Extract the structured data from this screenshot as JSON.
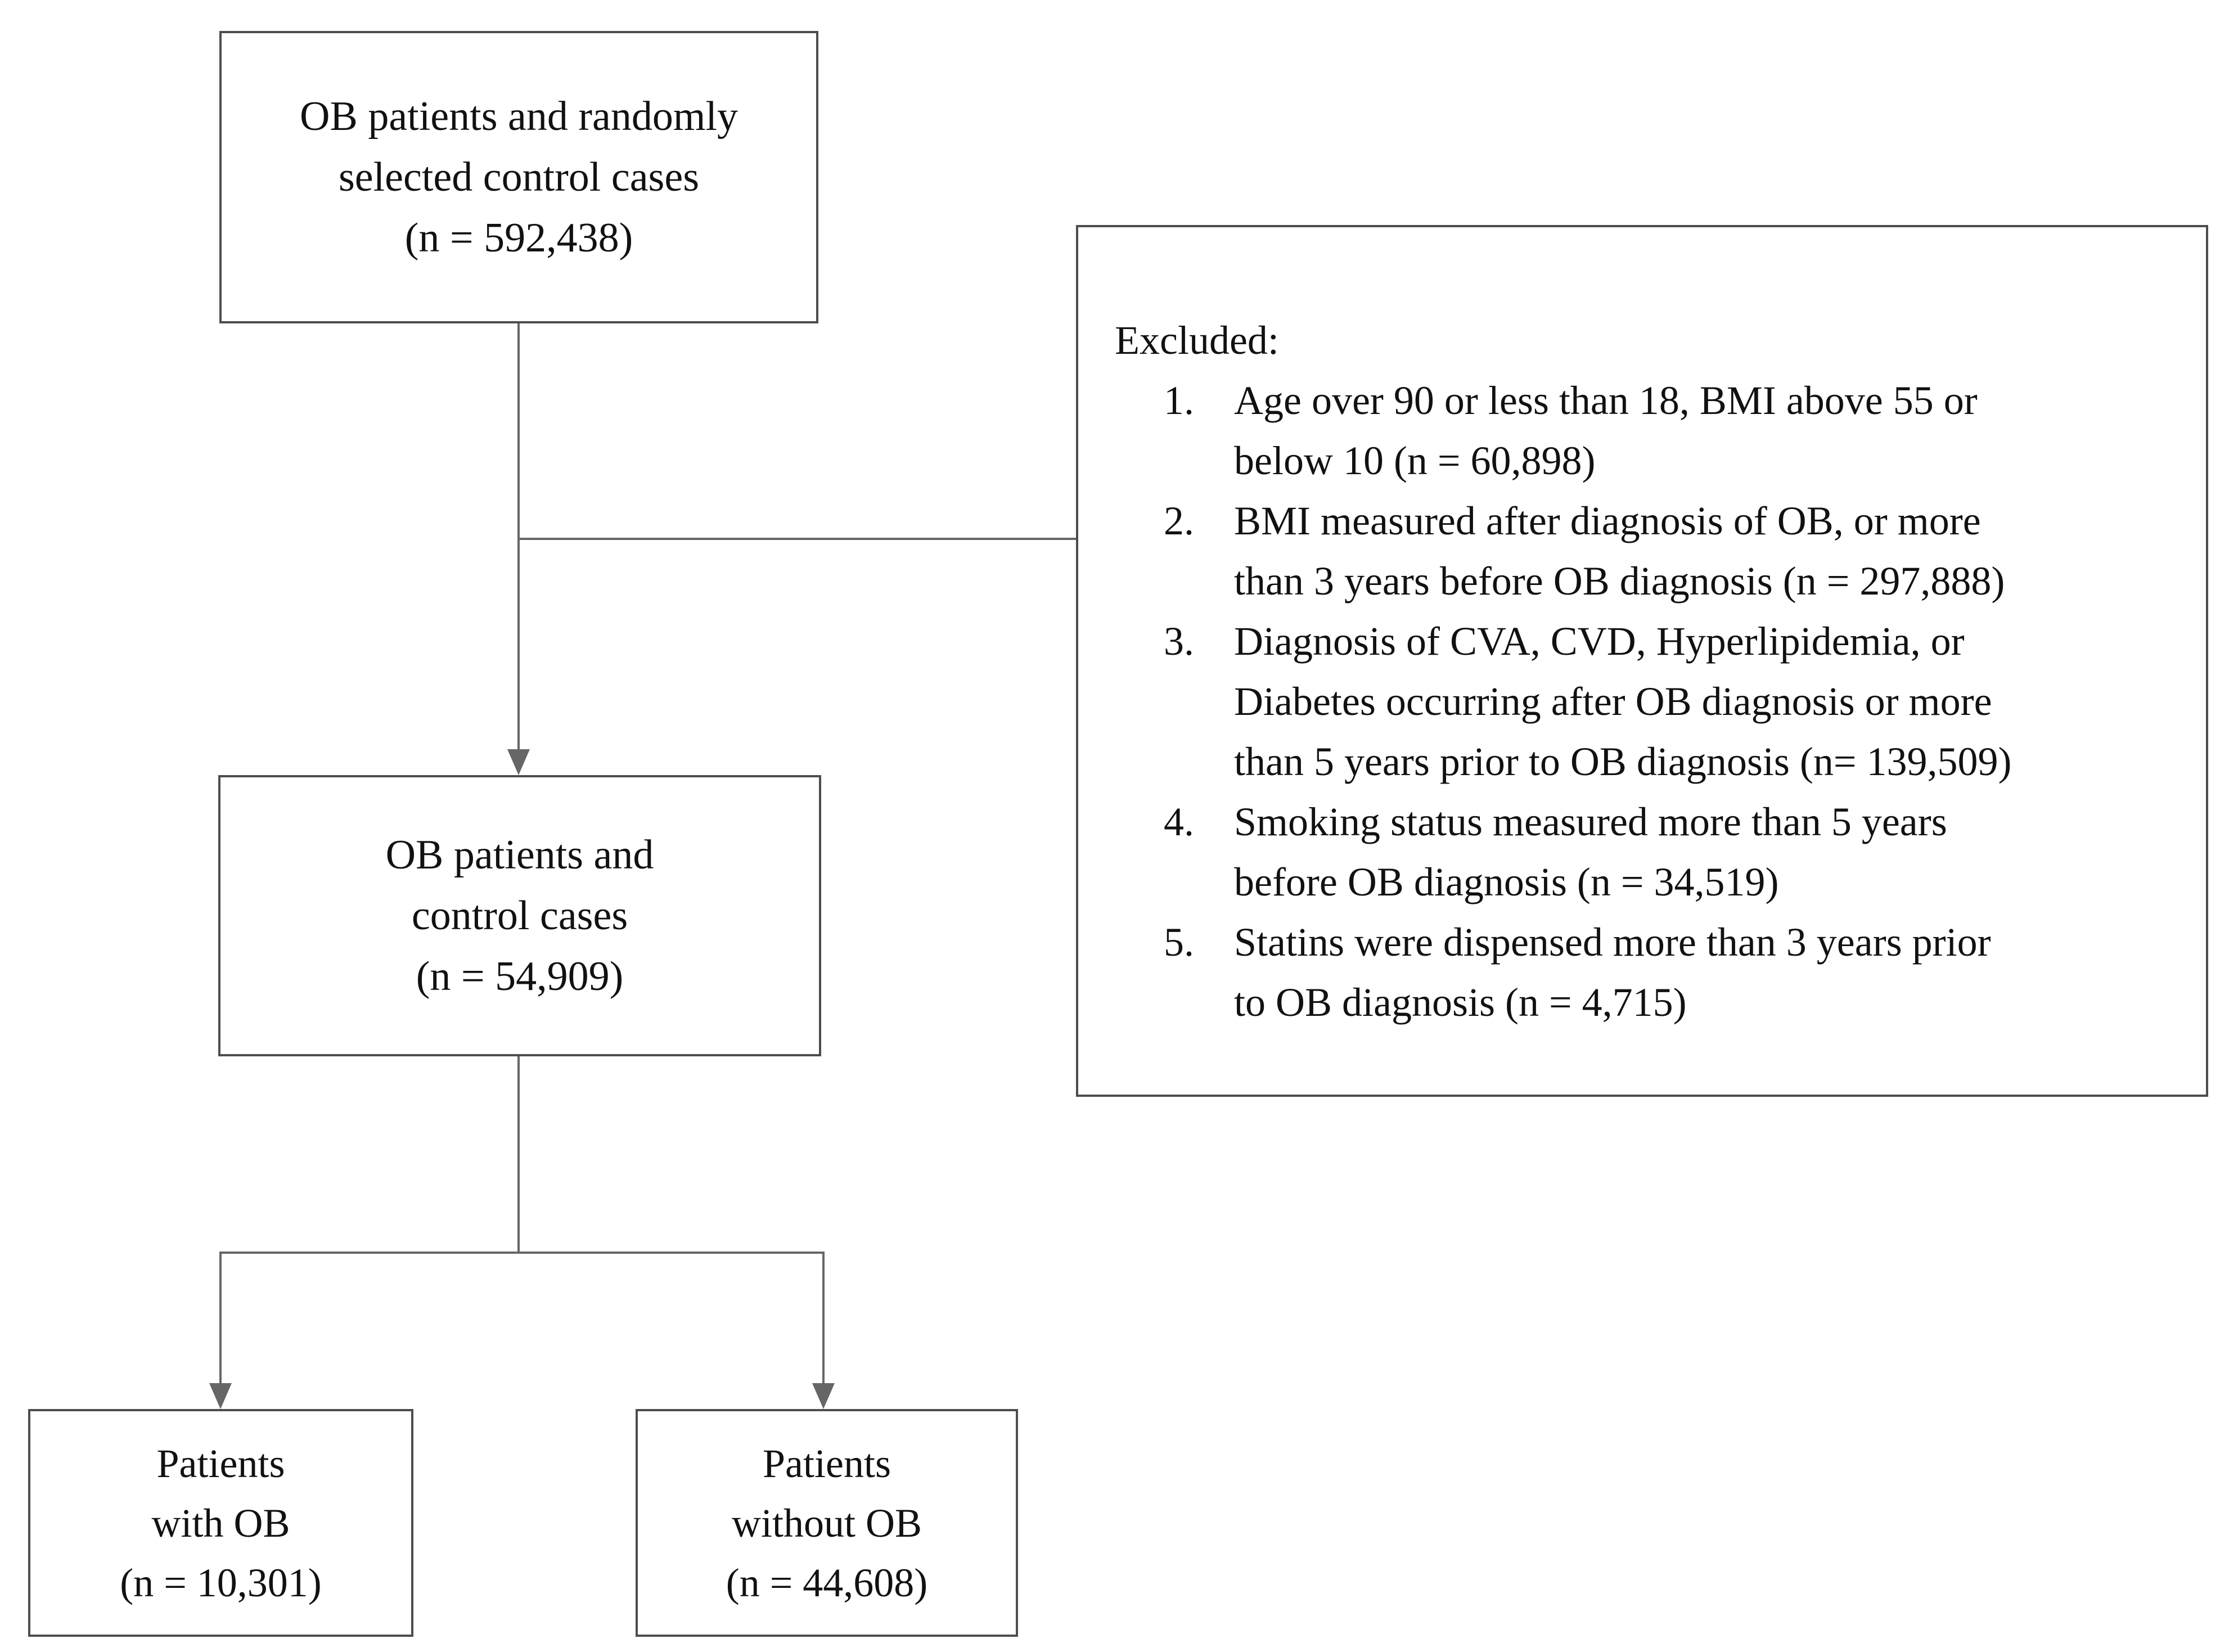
{
  "figure": {
    "type": "patient-flow-diagram",
    "background_color": "#ffffff",
    "box_border_color": "#4d4d4d",
    "connector_color": "#666666",
    "text_color": "#111111"
  },
  "boxes": {
    "top": {
      "lines": [
        "OB patients and randomly",
        "selected control cases",
        "(n = 592,438)"
      ]
    },
    "middle": {
      "lines": [
        "OB patients and",
        "control cases",
        "(n = 54,909)"
      ]
    },
    "bottom_left": {
      "lines": [
        "Patients",
        "with OB",
        "(n = 10,301)"
      ]
    },
    "bottom_right": {
      "lines": [
        "Patients",
        "without OB",
        "(n = 44,608)"
      ]
    },
    "excluded": {
      "title": "Excluded:",
      "items": [
        {
          "marker": "1.",
          "lines": [
            "Age over 90 or less than 18,  BMI above 55 or",
            "below 10 (n = 60,898)"
          ]
        },
        {
          "marker": "2.",
          "lines": [
            "BMI measured after diagnosis of OB, or more",
            "than 3 years before OB diagnosis (n = 297,888)"
          ]
        },
        {
          "marker": "3.",
          "lines": [
            "Diagnosis of CVA, CVD, Hyperlipidemia, or",
            "Diabetes occurring after OB diagnosis or more",
            "than 5 years prior to OB diagnosis (n= 139,509)"
          ]
        },
        {
          "marker": "4.",
          "lines": [
            "Smoking status measured more than 5 years",
            "before OB diagnosis (n = 34,519)"
          ]
        },
        {
          "marker": "5.",
          "lines": [
            "Statins were dispensed more than 3 years prior",
            "to OB diagnosis (n = 4,715)"
          ]
        }
      ]
    }
  }
}
